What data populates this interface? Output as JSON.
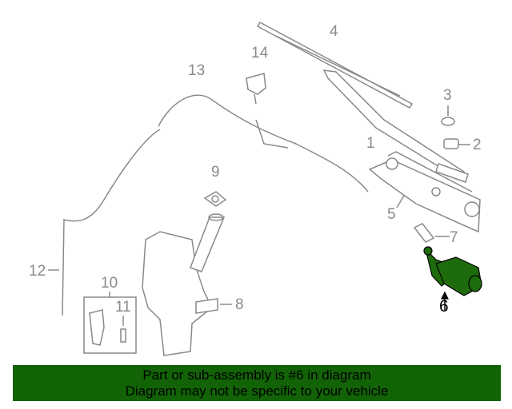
{
  "diagram": {
    "callouts": [
      "1",
      "2",
      "3",
      "4",
      "5",
      "6",
      "7",
      "8",
      "9",
      "10",
      "11",
      "12",
      "13",
      "14"
    ],
    "highlighted_part": "6",
    "highlight_color": "#1e6b0c",
    "line_color": "#8a8a8a"
  },
  "banner": {
    "line1": "Part or sub-assembly is #6 in diagram",
    "line2": "Diagram may not be specific to your vehicle",
    "background": "#126306"
  }
}
